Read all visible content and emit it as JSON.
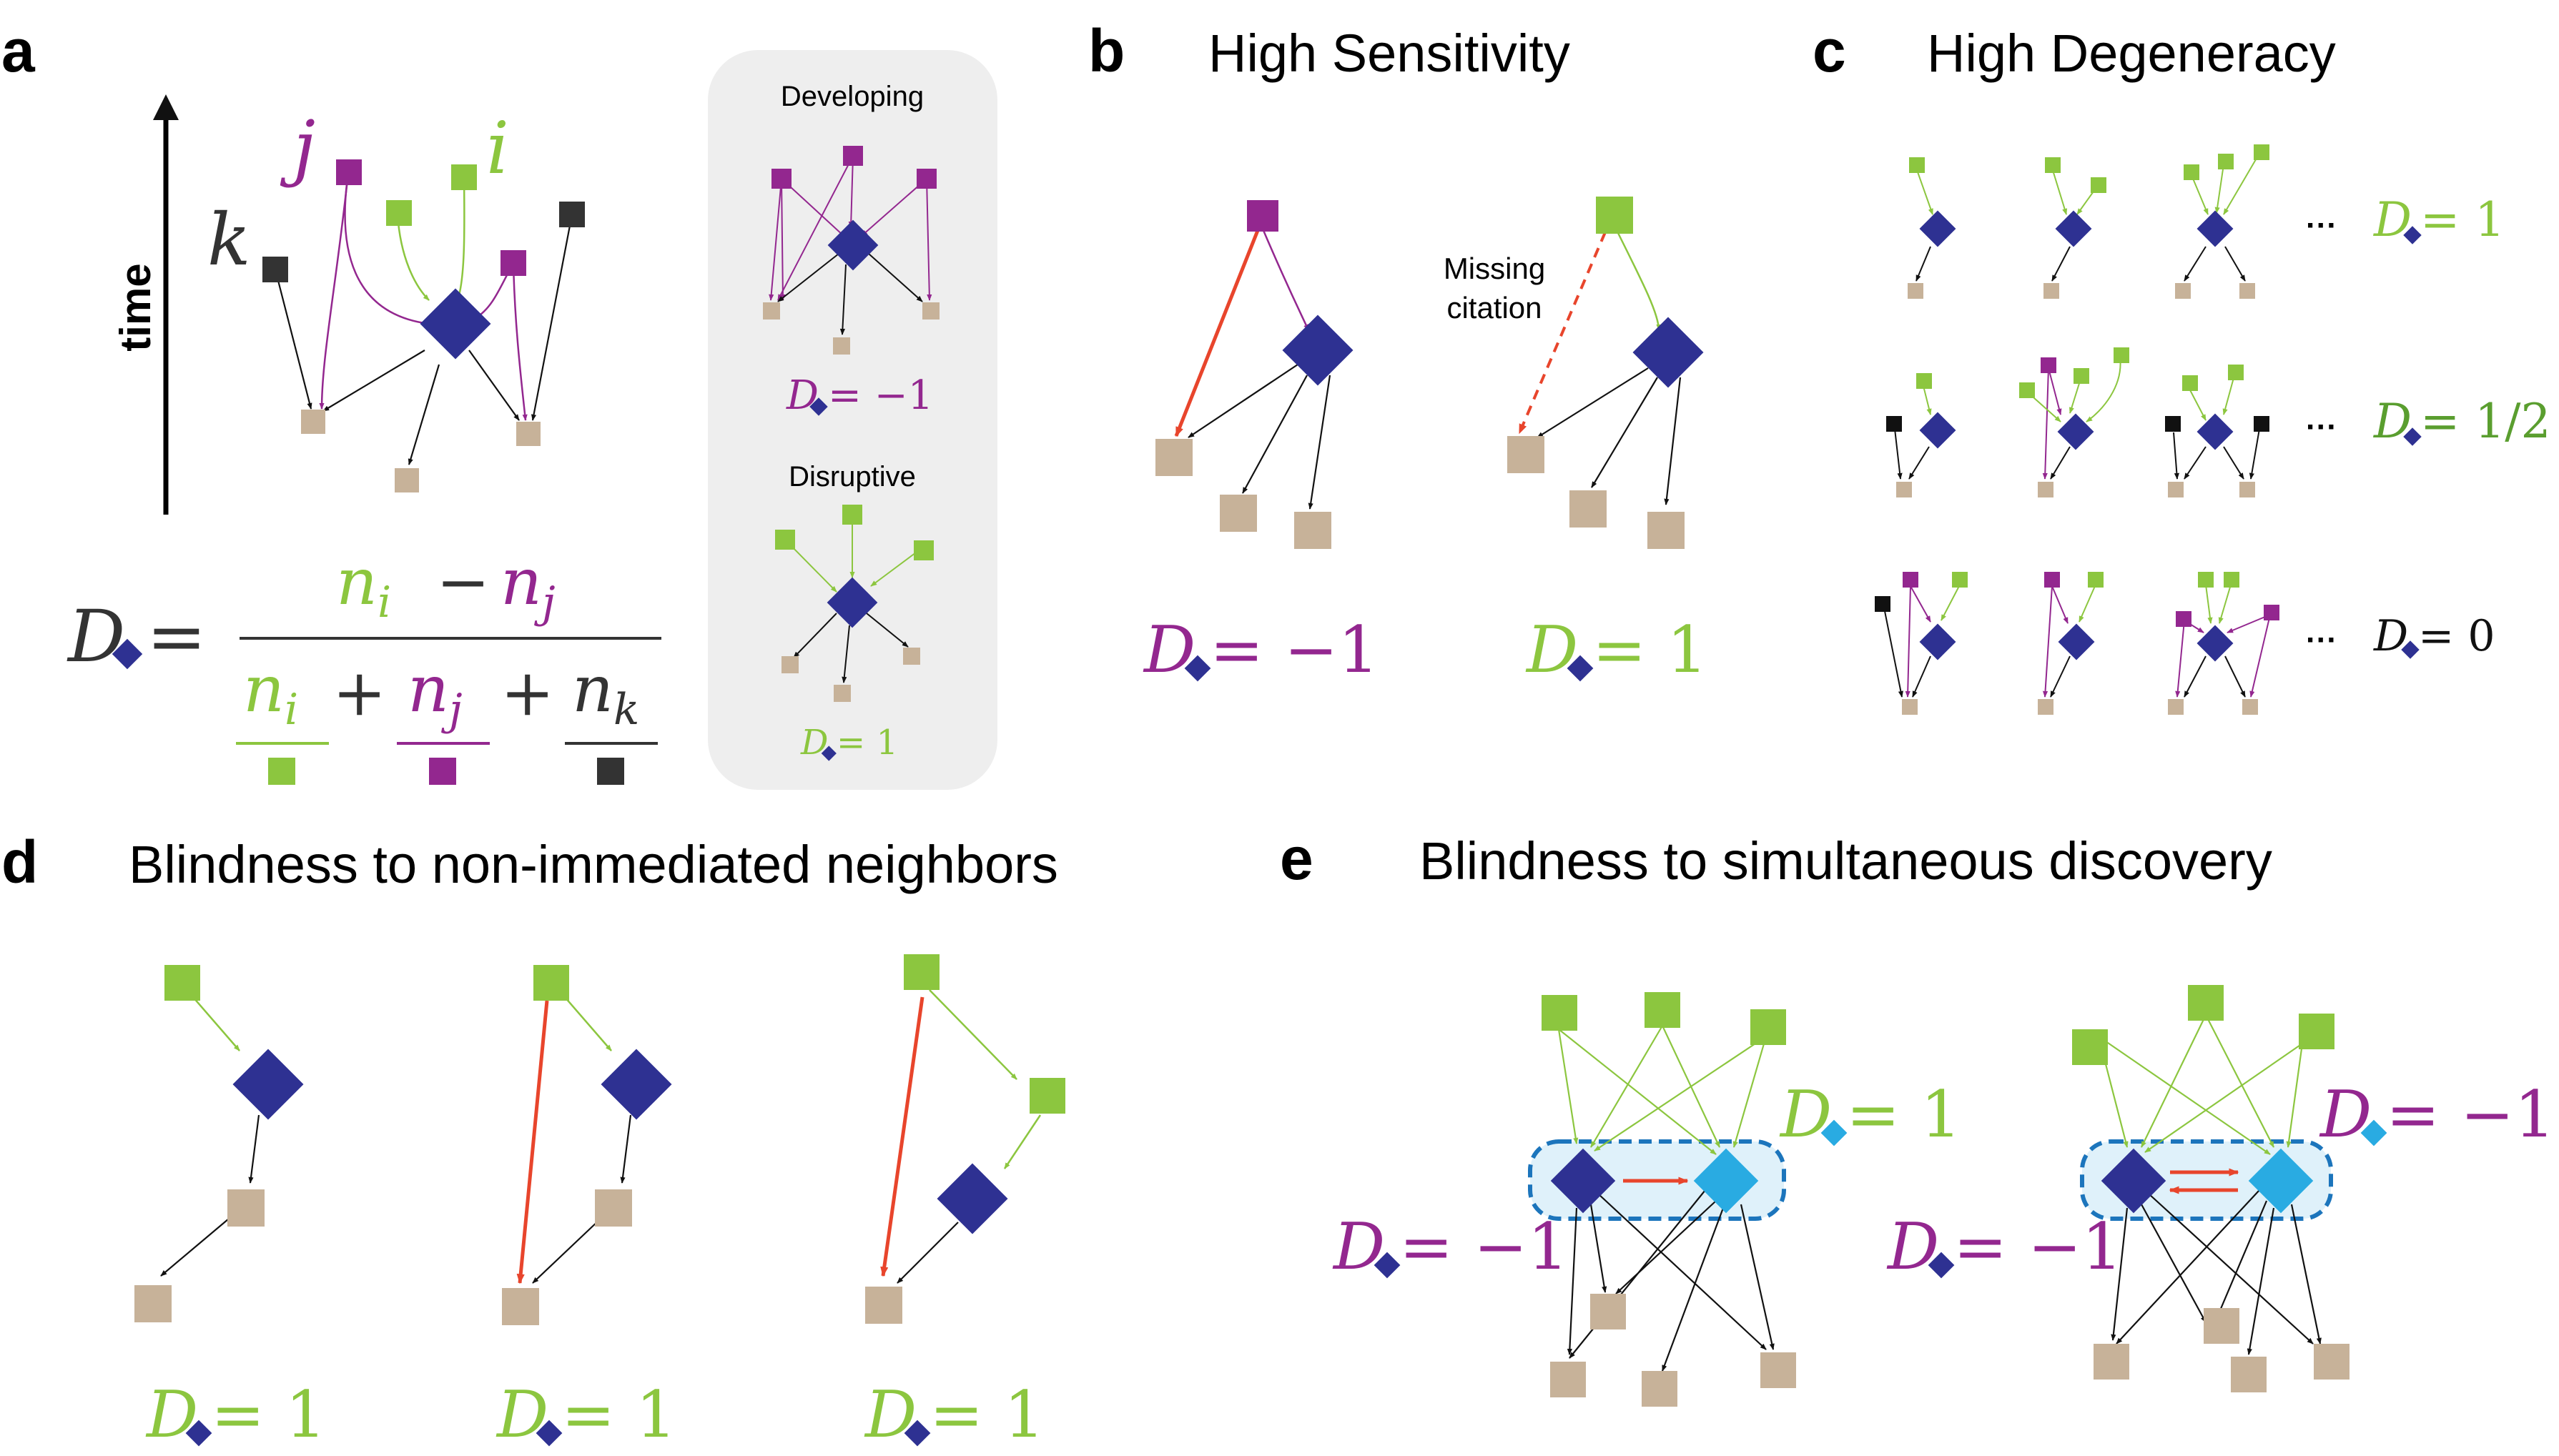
{
  "colors": {
    "green": "#8cc63f",
    "purple": "#93278f",
    "navy": "#2e3192",
    "cyan": "#29abe2",
    "tan": "#c7b299",
    "dark": "#333333",
    "red": "#e8452c",
    "panel_bg": "#eeeeee",
    "box_fill": "#dff1fa",
    "box_stroke": "#1c75bc",
    "label_green_dark": "#5a9e2f"
  },
  "panels": {
    "a": {
      "letter": "a",
      "axis_label": "time",
      "node_labels": {
        "j": "j",
        "i": "i",
        "k": "k"
      },
      "formula": {
        "lhs": "D",
        "eq": "=",
        "num_i": "n",
        "num_i_sub": "i",
        "minus": "−",
        "num_j": "n",
        "num_j_sub": "j",
        "den_i": "n",
        "den_i_sub": "i",
        "plus1": "+",
        "den_j": "n",
        "den_j_sub": "j",
        "plus2": "+",
        "den_k": "n",
        "den_k_sub": "k"
      },
      "inset": {
        "developing_title": "Developing",
        "developing_value": "= −1",
        "disruptive_title": "Disruptive",
        "disruptive_value": "= 1"
      }
    },
    "b": {
      "letter": "b",
      "title": "High Sensitivity",
      "missing_line1": "Missing",
      "missing_line2": "citation",
      "left_value": "= −1",
      "right_value": "= 1"
    },
    "c": {
      "letter": "c",
      "title": "High Degeneracy",
      "ellipsis": "···",
      "rows": [
        {
          "value": "= 1"
        },
        {
          "value": "= 1/2"
        },
        {
          "value": "= 0"
        }
      ]
    },
    "d": {
      "letter": "d",
      "title": "Blindness to non-immediated neighbors",
      "values": [
        "= 1",
        "= 1",
        "= 1"
      ]
    },
    "e": {
      "letter": "e",
      "title": "Blindness to simultaneous discovery",
      "left_cyan_value": "= 1",
      "left_navy_value": "= −1",
      "right_cyan_value": "= −1",
      "right_navy_value": "= −1"
    }
  },
  "math_letter": "D"
}
